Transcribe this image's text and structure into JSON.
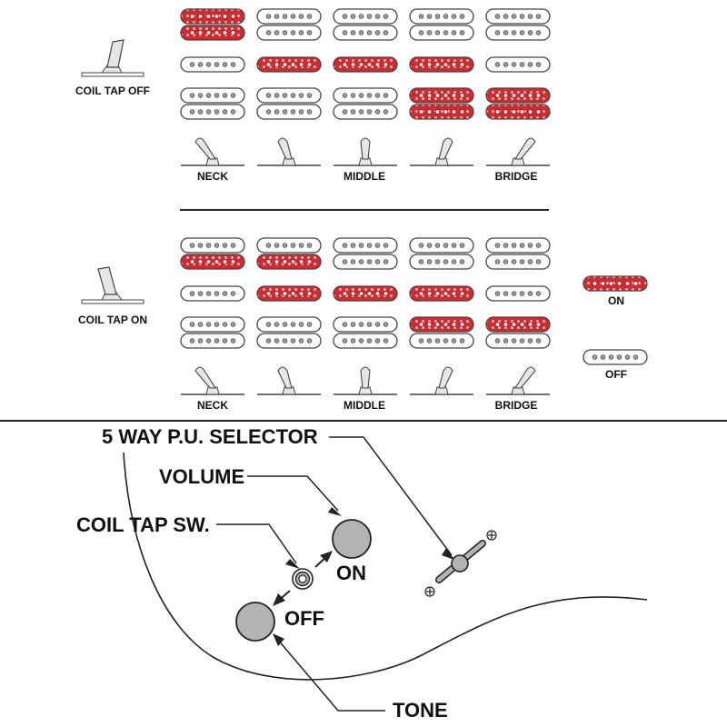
{
  "colors": {
    "on": "#d42a2f",
    "off": "#ffffff",
    "line": "#444444",
    "knob": "#b3b3b3"
  },
  "sections": [
    {
      "tap_label": "COIL TAP OFF",
      "tap_state": "off",
      "positions": [
        {
          "label": "NECK",
          "neck": [
            "on",
            "on"
          ],
          "middle": "off",
          "bridge": [
            "off",
            "off"
          ]
        },
        {
          "label": "",
          "neck": [
            "off",
            "off"
          ],
          "middle": "on",
          "bridge": [
            "off",
            "off"
          ]
        },
        {
          "label": "MIDDLE",
          "neck": [
            "off",
            "off"
          ],
          "middle": "on",
          "bridge": [
            "off",
            "off"
          ]
        },
        {
          "label": "",
          "neck": [
            "off",
            "off"
          ],
          "middle": "on",
          "bridge": [
            "on",
            "on"
          ]
        },
        {
          "label": "BRIDGE",
          "neck": [
            "off",
            "off"
          ],
          "middle": "off",
          "bridge": [
            "on",
            "on"
          ]
        }
      ]
    },
    {
      "tap_label": "COIL TAP ON",
      "tap_state": "on",
      "positions": [
        {
          "label": "NECK",
          "neck": [
            "off",
            "on"
          ],
          "middle": "off",
          "bridge": [
            "off",
            "off"
          ]
        },
        {
          "label": "",
          "neck": [
            "off",
            "on"
          ],
          "middle": "on",
          "bridge": [
            "off",
            "off"
          ]
        },
        {
          "label": "MIDDLE",
          "neck": [
            "off",
            "off"
          ],
          "middle": "on",
          "bridge": [
            "off",
            "off"
          ]
        },
        {
          "label": "",
          "neck": [
            "off",
            "off"
          ],
          "middle": "on",
          "bridge": [
            "on",
            "off"
          ]
        },
        {
          "label": "BRIDGE",
          "neck": [
            "off",
            "off"
          ],
          "middle": "off",
          "bridge": [
            "on",
            "off"
          ]
        }
      ]
    }
  ],
  "legend": {
    "on_label": "ON",
    "off_label": "OFF"
  },
  "controls": {
    "selector_label": "5 WAY P.U. SELECTOR",
    "volume_label": "VOLUME",
    "coil_tap_label": "COIL TAP SW.",
    "on_label": "ON",
    "off_label": "OFF",
    "tone_label": "TONE"
  }
}
